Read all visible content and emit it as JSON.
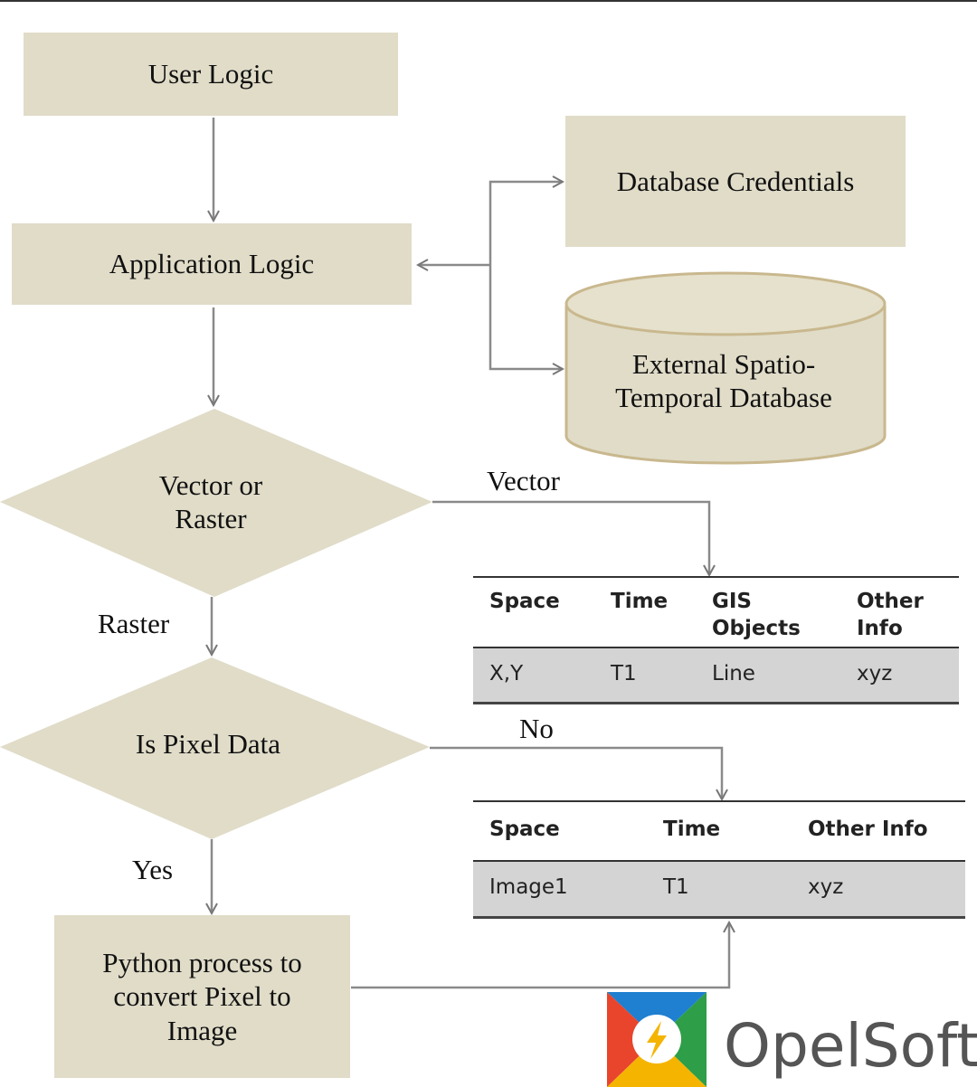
{
  "nodes": {
    "user_logic": "User Logic",
    "application_logic": "Application Logic",
    "database_credentials": "Database Credentials",
    "external_db": "External Spatio-\nTemporal Database",
    "vector_or_raster": "Vector or\nRaster",
    "is_pixel_data": "Is Pixel Data",
    "python_process": "Python process to\nconvert Pixel to\nImage"
  },
  "edge_labels": {
    "vector": "Vector",
    "raster": "Raster",
    "no": "No",
    "yes": "Yes"
  },
  "vector_table": {
    "headers": [
      "Space",
      "Time",
      "GIS\nObjects",
      "Other\nInfo"
    ],
    "rows": [
      [
        "X,Y",
        "T1",
        "Line",
        "xyz"
      ]
    ]
  },
  "raster_table": {
    "headers": [
      "Space",
      "Time",
      "Other Info"
    ],
    "rows": [
      [
        "Image1",
        "T1",
        "xyz"
      ]
    ]
  },
  "logo": {
    "text": "OpelSoft",
    "colors": [
      "#e8452c",
      "#2e9e48",
      "#1f7fd0",
      "#f4b400"
    ]
  }
}
